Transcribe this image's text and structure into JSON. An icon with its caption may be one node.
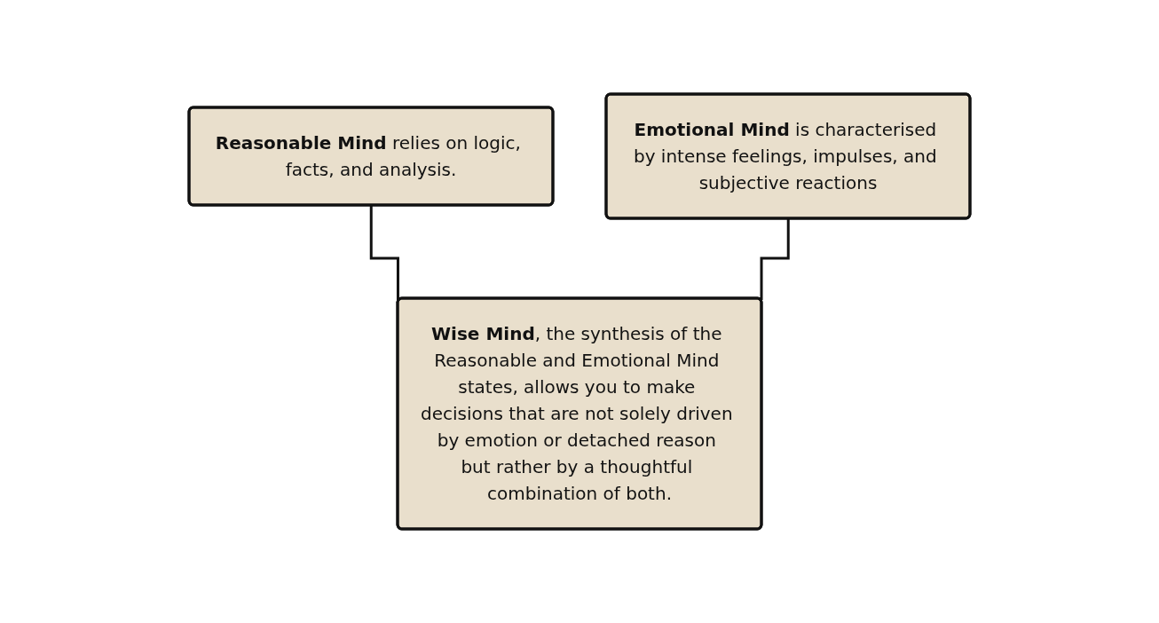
{
  "diagram": {
    "nodes": [
      {
        "text": [
          "**Reasonable Mind** relies on logic, facts, and analysis."
        ]
      },
      {
        "text": [
          "**Emotional Mind** is characterised by intense feelings, impulses, and subjective reactions"
        ]
      },
      {
        "text": [
          "**Wise Mind**, the synthesis of the Reasonable and Emotional Mind states, allows you to make decisions that are not solely driven by emotion or detached reason but rather by a thoughtful combination of both."
        ]
      }
    ],
    "edges": [
      {
        "from": 0,
        "to": 2,
        "arrow": "none"
      },
      {
        "from": 1,
        "to": 2,
        "arrow": "none"
      }
    ]
  }
}
